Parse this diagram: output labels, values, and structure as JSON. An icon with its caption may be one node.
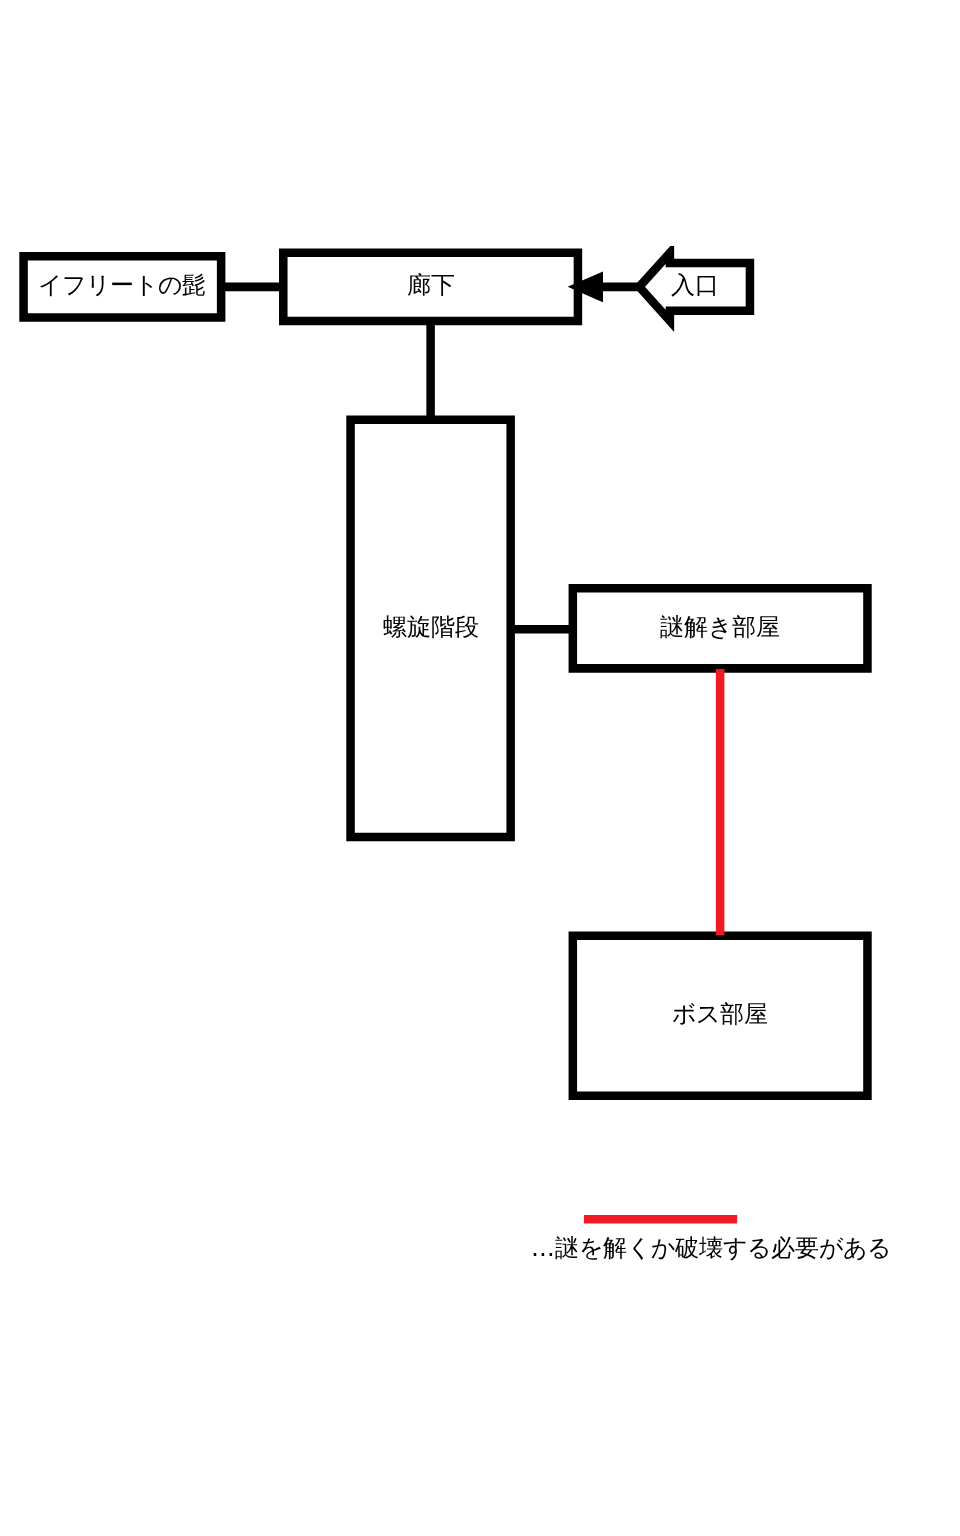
{
  "diagram": {
    "nodes": [
      {
        "text": [
          "イフリートの髭"
        ]
      },
      {
        "text": [
          "廊下"
        ]
      },
      {
        "text": [
          "入口"
        ]
      },
      {
        "text": [
          "螺旋階段"
        ]
      },
      {
        "text": [
          "謎解き部屋"
        ]
      },
      {
        "text": [
          "ボス部屋"
        ]
      }
    ],
    "edges": [
      {
        "from": 0,
        "to": 1,
        "arrow": "none"
      },
      {
        "from": 2,
        "to": 1,
        "arrow": "to"
      },
      {
        "from": 3,
        "to": 1,
        "arrow": "none"
      },
      {
        "from": 3,
        "to": 4,
        "arrow": "none"
      },
      {
        "from": 4,
        "to": 5,
        "arrow": "none",
        "color": "#ed1c24"
      }
    ],
    "legend": [
      {
        "text": "…謎を解くか破壊する必要がある"
      }
    ]
  }
}
